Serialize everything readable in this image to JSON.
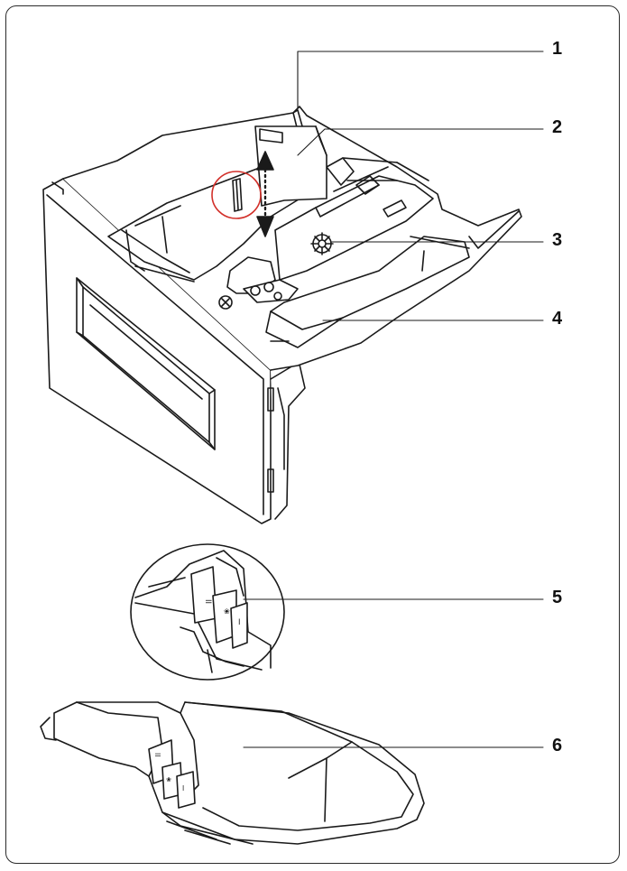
{
  "callouts": [
    {
      "id": "1",
      "label": "1"
    },
    {
      "id": "2",
      "label": "2"
    },
    {
      "id": "3",
      "label": "3"
    },
    {
      "id": "4",
      "label": "4"
    },
    {
      "id": "5",
      "label": "5"
    },
    {
      "id": "6",
      "label": "6"
    }
  ],
  "compartment_marks": {
    "pre_wash": "I",
    "main_wash": "II",
    "softener": "❀"
  },
  "colors": {
    "line": "#1a1a1a",
    "highlight_circle": "#d2302a",
    "frame": "#2b2b2b"
  }
}
